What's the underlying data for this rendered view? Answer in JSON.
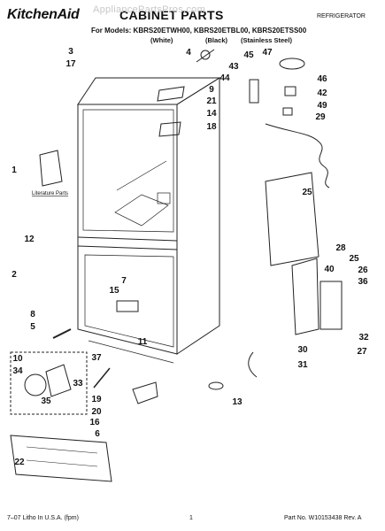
{
  "header": {
    "brand": "KitchenAid",
    "title": "CABINET PARTS",
    "category": "REFRIGERATOR",
    "models_line": "For Models: KBRS20ETWH00, KBRS20ETBL00, KBRS20ETSS00",
    "model_variants": [
      "(White)",
      "(Black)",
      "(Stainless Steel)"
    ]
  },
  "watermark": "AppliancePartsPros.com",
  "literature_label": "Literature Parts",
  "callouts": [
    "1",
    "2",
    "3",
    "4",
    "5",
    "6",
    "7",
    "8",
    "9",
    "10",
    "11",
    "12",
    "13",
    "14",
    "15",
    "16",
    "17",
    "18",
    "19",
    "20",
    "21",
    "22",
    "25",
    "25",
    "26",
    "27",
    "28",
    "29",
    "30",
    "31",
    "32",
    "33",
    "34",
    "35",
    "36",
    "37",
    "40",
    "42",
    "43",
    "44",
    "45",
    "46",
    "47",
    "49"
  ],
  "footer": {
    "left": "7–07 Litho In U.S.A. (fpm)",
    "center": "1",
    "right": "Part No. W10153438 Rev. A"
  }
}
